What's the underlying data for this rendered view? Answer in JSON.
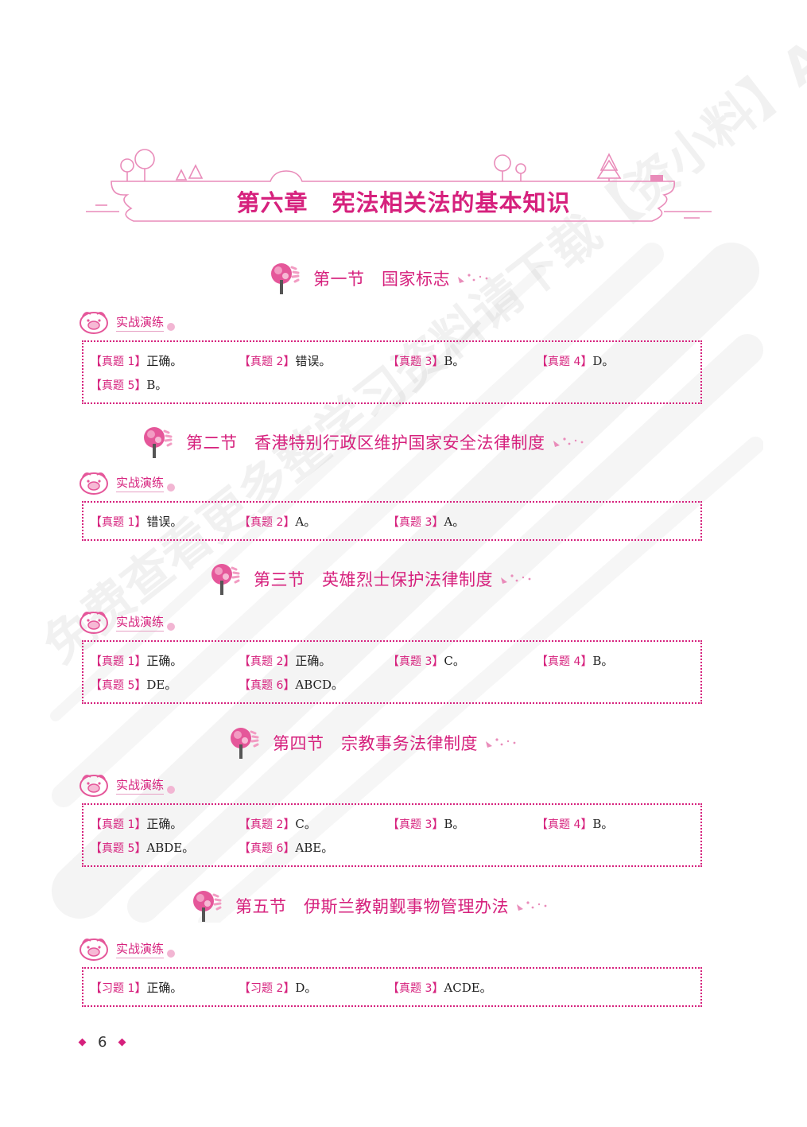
{
  "chapter": {
    "title": "第六章　宪法相关法的基本知识"
  },
  "practice_label": "实战演练",
  "sections": [
    {
      "title": "第一节　国家标志",
      "answers": [
        [
          {
            "tag": "真题 1",
            "ans": "正确。"
          },
          {
            "tag": "真题 2",
            "ans": "错误。"
          },
          {
            "tag": "真题 3",
            "ans": "B。"
          },
          {
            "tag": "真题 4",
            "ans": "D。"
          }
        ],
        [
          {
            "tag": "真题 5",
            "ans": "B。"
          }
        ]
      ]
    },
    {
      "title": "第二节　香港特别行政区维护国家安全法律制度",
      "answers": [
        [
          {
            "tag": "真题 1",
            "ans": "错误。"
          },
          {
            "tag": "真题 2",
            "ans": "A。"
          },
          {
            "tag": "真题 3",
            "ans": "A。"
          }
        ]
      ]
    },
    {
      "title": "第三节　英雄烈士保护法律制度",
      "answers": [
        [
          {
            "tag": "真题 1",
            "ans": "正确。"
          },
          {
            "tag": "真题 2",
            "ans": "正确。"
          },
          {
            "tag": "真题 3",
            "ans": "C。"
          },
          {
            "tag": "真题 4",
            "ans": "B。"
          }
        ],
        [
          {
            "tag": "真题 5",
            "ans": "DE。"
          },
          {
            "tag": "真题 6",
            "ans": "ABCD。"
          }
        ]
      ]
    },
    {
      "title": "第四节　宗教事务法律制度",
      "answers": [
        [
          {
            "tag": "真题 1",
            "ans": "正确。"
          },
          {
            "tag": "真题 2",
            "ans": "C。"
          },
          {
            "tag": "真题 3",
            "ans": "B。"
          },
          {
            "tag": "真题 4",
            "ans": "B。"
          }
        ],
        [
          {
            "tag": "真题 5",
            "ans": "ABDE。"
          },
          {
            "tag": "真题 6",
            "ans": "ABE。"
          }
        ]
      ]
    },
    {
      "title": "第五节　伊斯兰教朝觐事物管理办法",
      "answers": [
        [
          {
            "tag": "习题 1",
            "ans": "正确。"
          },
          {
            "tag": "习题 2",
            "ans": "D。"
          },
          {
            "tag": "真题 3",
            "ans": "ACDE。"
          }
        ]
      ]
    }
  ],
  "page_number": "6",
  "watermark": "免费查看更多整学习资料请下载【资小料】APP",
  "colors": {
    "accent": "#d6217d",
    "light": "#f2b6d3"
  }
}
